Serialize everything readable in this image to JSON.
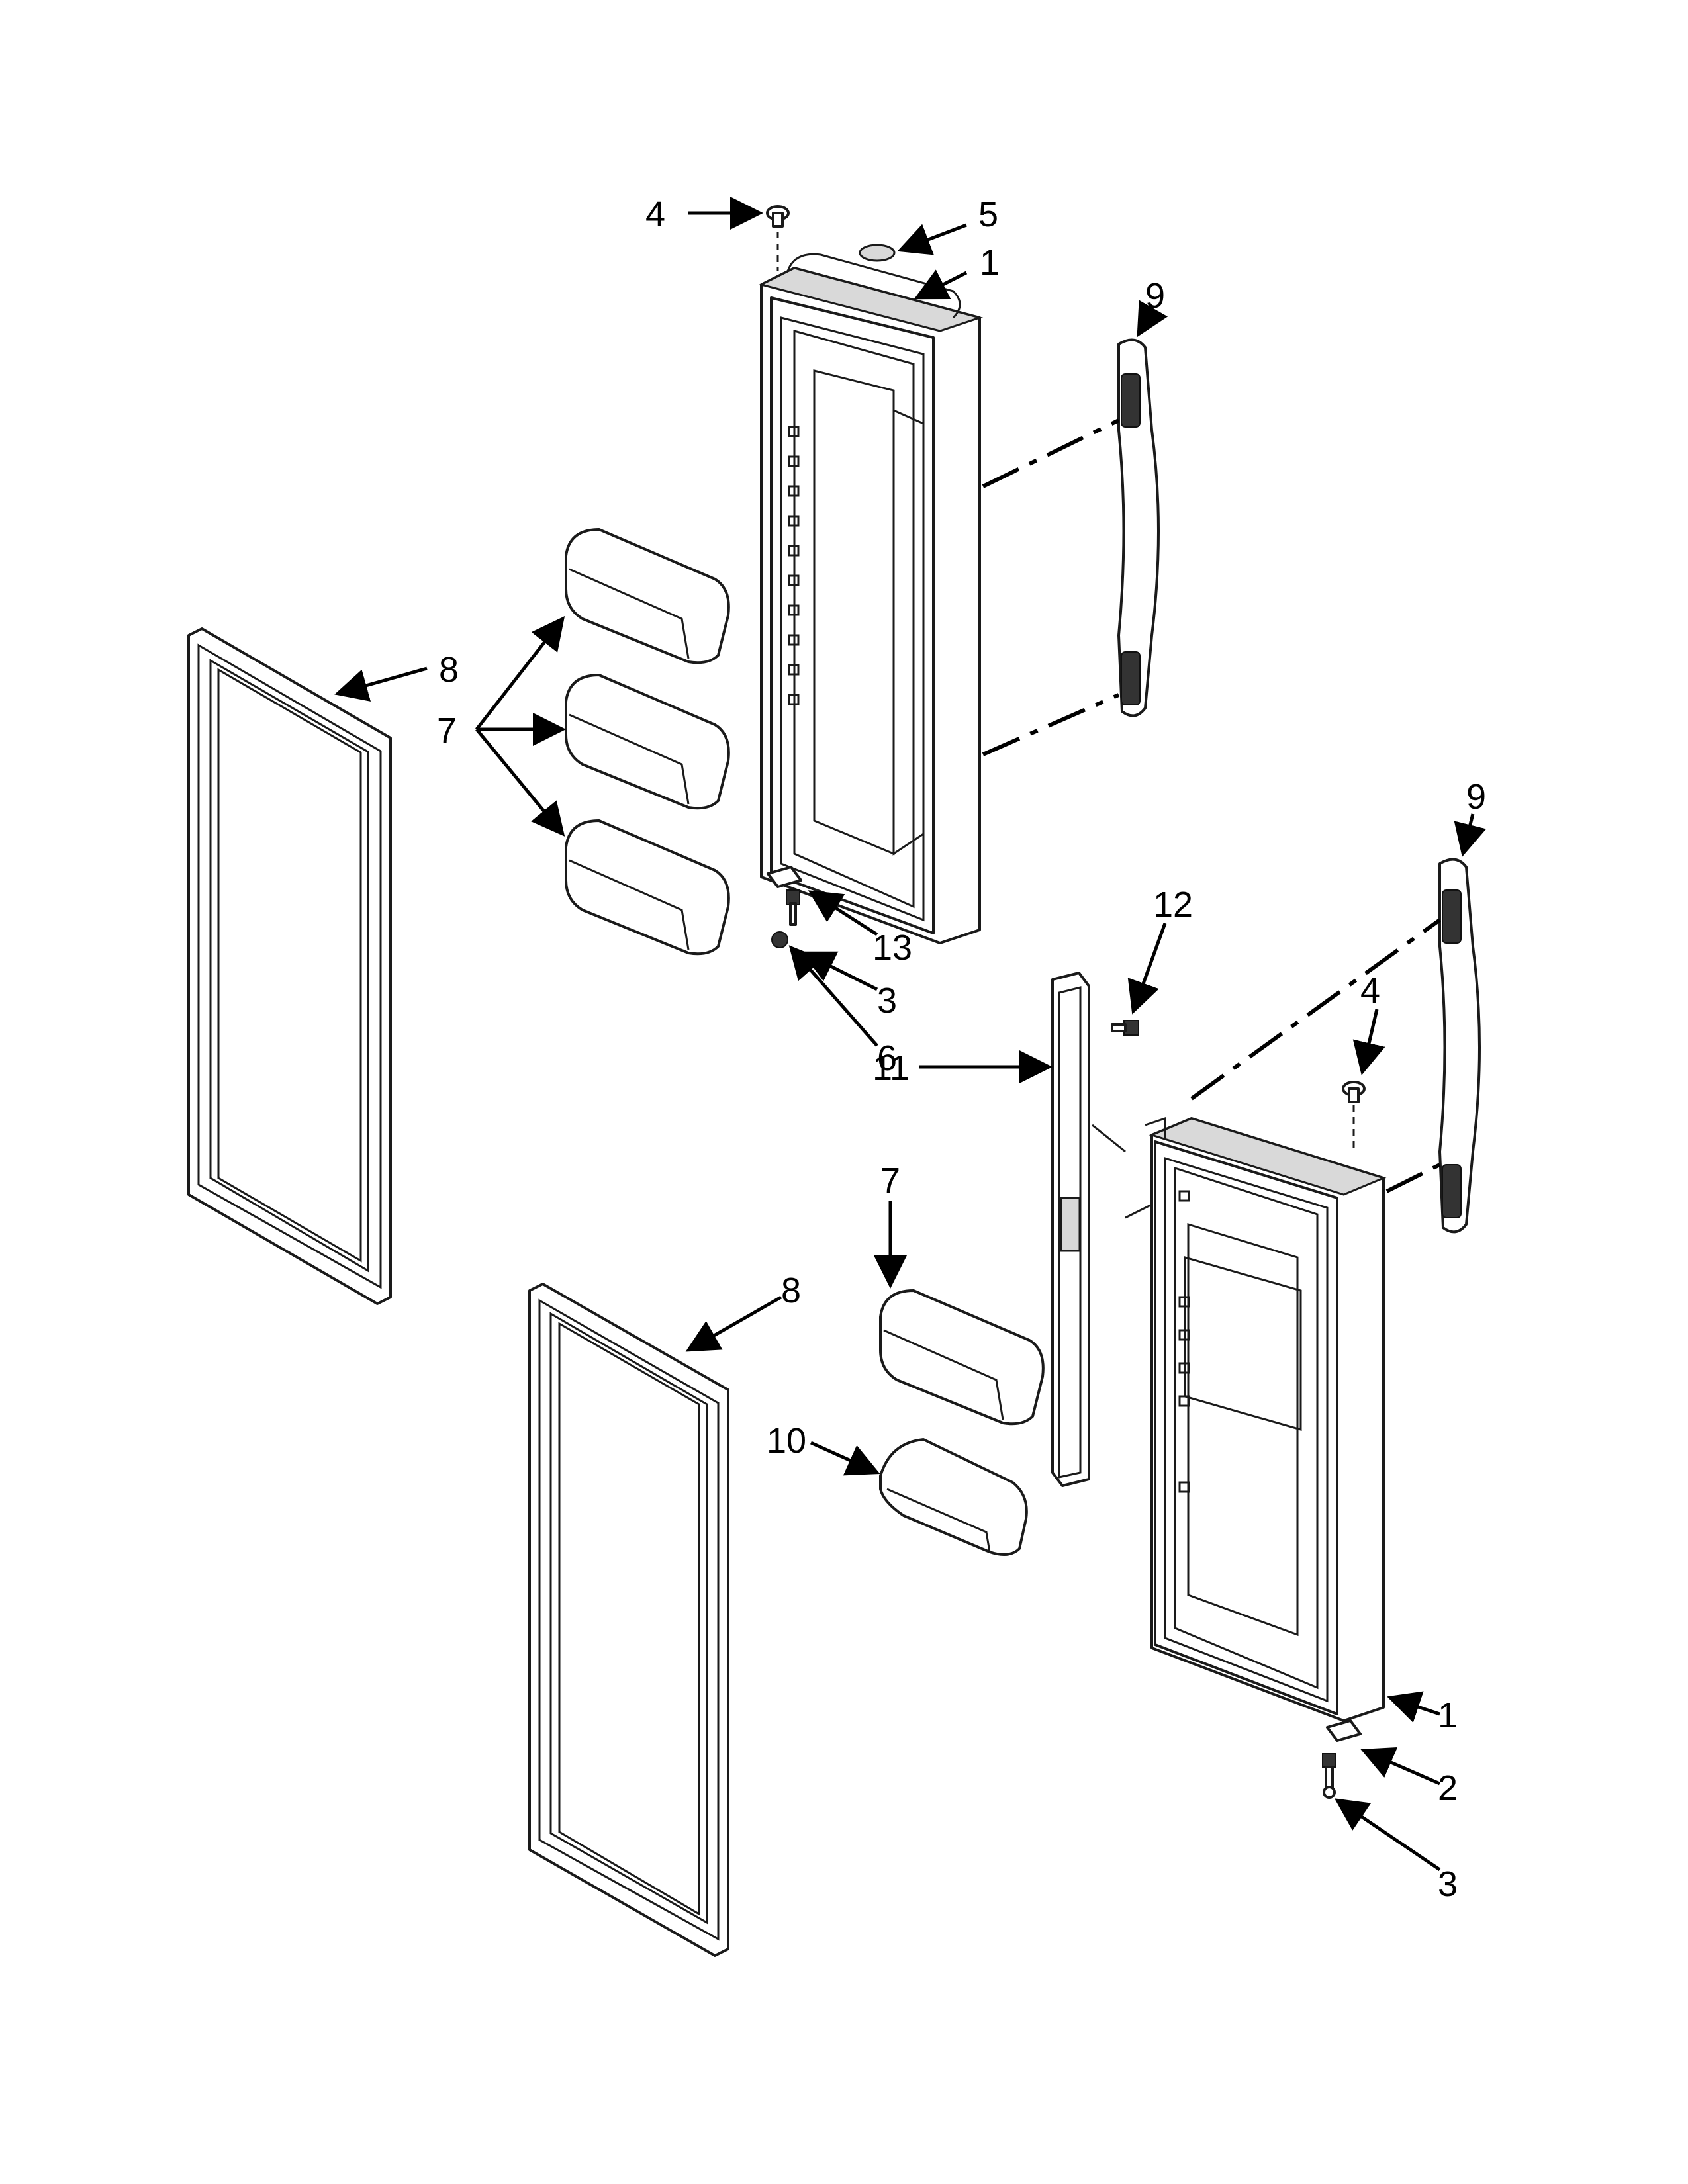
{
  "callouts": {
    "c4_top": "4",
    "c5_top": "5",
    "c1_top": "1",
    "c9_top": "9",
    "c8_left": "8",
    "c7_left": "7",
    "c13": "13",
    "c3_mid": "3",
    "c6": "6",
    "c9_right": "9",
    "c12": "12",
    "c4_right": "4",
    "c11": "11",
    "c7_mid": "7",
    "c8_mid": "8",
    "c10": "10",
    "c1_bottom": "1",
    "c2": "2",
    "c3_bottom": "3"
  }
}
